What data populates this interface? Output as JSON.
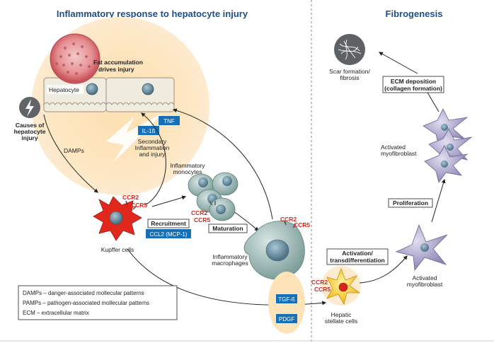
{
  "titles": {
    "left": "Inflammatory response to hepatocyte injury",
    "right": "Fibrogenesis"
  },
  "labels": {
    "fat": [
      "Fat accumulation",
      "drives injury"
    ],
    "hepatocyte": "Hepatocyte",
    "causes": [
      "Causes of",
      "hepatocyte",
      "injury"
    ],
    "damps": "DAMPs",
    "secondary": [
      "Secondary",
      "Inflammation",
      "and injury"
    ],
    "inflammatory_monocytes": [
      "Inflammatory",
      "monocytes"
    ],
    "kupffer": "Kupffer cells",
    "maturation": "Maturation",
    "macrophages": [
      "Inflammatory",
      "macrophages"
    ],
    "hsc": [
      "Hepatic",
      "stellate cells"
    ],
    "activation": [
      "Activation/",
      "transdifferentiation"
    ],
    "activated_myofibroblast_bottom": [
      "Activated",
      "myofibroblast"
    ],
    "proliferation": "Proliferation",
    "activated_myofibroblast_top": [
      "Activated",
      "myofibroblast"
    ],
    "ecm_deposition": [
      "ECM deposition",
      "(collagen formation)"
    ],
    "scar": [
      "Scar formation/",
      "fibrosis"
    ]
  },
  "receptors": {
    "ccr2": "CCR2",
    "ccr5": "CCR5"
  },
  "recruitment": {
    "title": "Recruitment",
    "chemokine": "CCL2 (MCP-1)"
  },
  "cytokines": {
    "tnf": "TNF",
    "il1b": "IL-1ß",
    "tgfb": "TGF-ß",
    "pdgf": "PDGF"
  },
  "legend": [
    "DAMPs – danger-associated mollecular patterns",
    "PAMPs – pathogen-associated mollecular patterns",
    "ECM – extracellular matrix"
  ],
  "colors": {
    "title_blue": "#1f4e8c",
    "cytokine_blue": "#1670b7",
    "receptor_red": "#d8261f",
    "liver_glow": "#fde3b8",
    "kupffer_red": "#e0281d",
    "macrophage_teal": "#a9c3c0",
    "myofibroblast_lavender": "#b7b0d2",
    "stellate_yellow": "#f4d21c"
  },
  "icons": {
    "causes": "lightning-icon",
    "scar": "fibrosis-swirl-icon"
  }
}
